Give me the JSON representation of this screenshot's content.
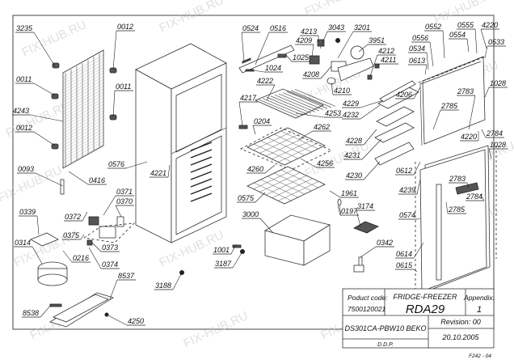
{
  "diagram": {
    "title": "Exploded parts diagram",
    "parts": [
      {
        "id": "3235"
      },
      {
        "id": "0012"
      },
      {
        "id": "0011"
      },
      {
        "id": "0011b",
        "label": "0011"
      },
      {
        "id": "4243"
      },
      {
        "id": "0012b",
        "label": "0012"
      },
      {
        "id": "0093"
      },
      {
        "id": "0416"
      },
      {
        "id": "0576"
      },
      {
        "id": "4221"
      },
      {
        "id": "0339"
      },
      {
        "id": "0372"
      },
      {
        "id": "0371"
      },
      {
        "id": "0370"
      },
      {
        "id": "0375"
      },
      {
        "id": "0373"
      },
      {
        "id": "0374"
      },
      {
        "id": "0314"
      },
      {
        "id": "0216"
      },
      {
        "id": "8537"
      },
      {
        "id": "8538"
      },
      {
        "id": "4250"
      },
      {
        "id": "3188"
      },
      {
        "id": "1001"
      },
      {
        "id": "3187"
      },
      {
        "id": "0524"
      },
      {
        "id": "0516"
      },
      {
        "id": "1024"
      },
      {
        "id": "1025"
      },
      {
        "id": "4213"
      },
      {
        "id": "4209"
      },
      {
        "id": "4208"
      },
      {
        "id": "3043"
      },
      {
        "id": "3201"
      },
      {
        "id": "3951"
      },
      {
        "id": "4212"
      },
      {
        "id": "4211"
      },
      {
        "id": "4210"
      },
      {
        "id": "4222"
      },
      {
        "id": "4253"
      },
      {
        "id": "4217"
      },
      {
        "id": "0204"
      },
      {
        "id": "4262"
      },
      {
        "id": "4256"
      },
      {
        "id": "4260"
      },
      {
        "id": "0575"
      },
      {
        "id": "3000"
      },
      {
        "id": "1961"
      },
      {
        "id": "0197"
      },
      {
        "id": "3174"
      },
      {
        "id": "0342"
      },
      {
        "id": "4229"
      },
      {
        "id": "4232"
      },
      {
        "id": "4228"
      },
      {
        "id": "4231"
      },
      {
        "id": "4230"
      },
      {
        "id": "4206"
      },
      {
        "id": "0552"
      },
      {
        "id": "0556"
      },
      {
        "id": "0534"
      },
      {
        "id": "0613"
      },
      {
        "id": "0555"
      },
      {
        "id": "0554"
      },
      {
        "id": "4220"
      },
      {
        "id": "0533"
      },
      {
        "id": "1028"
      },
      {
        "id": "2783"
      },
      {
        "id": "2785"
      },
      {
        "id": "2784"
      },
      {
        "id": "4220b",
        "label": "4220"
      },
      {
        "id": "1028b",
        "label": "1028"
      },
      {
        "id": "0612"
      },
      {
        "id": "4239"
      },
      {
        "id": "2783b",
        "label": "2783"
      },
      {
        "id": "2784b",
        "label": "2784"
      },
      {
        "id": "2785b",
        "label": "2785"
      },
      {
        "id": "0574"
      },
      {
        "id": "0614"
      },
      {
        "id": "0615"
      }
    ]
  },
  "title_block": {
    "product_code_label": "Poduct code:",
    "product_code": "7500120021",
    "product_type": "FRIDGE-FREEZER",
    "model": "RDA29",
    "appendix_label": "Appendix:",
    "appendix": "1",
    "document": "DS301CA-PBW10 BEKO",
    "revision": "Revision: 00",
    "author": "D.D.P.",
    "date": "20.10.2005",
    "sheet_code": "F242 - 04"
  },
  "watermark": "FIX-HUB.RU"
}
